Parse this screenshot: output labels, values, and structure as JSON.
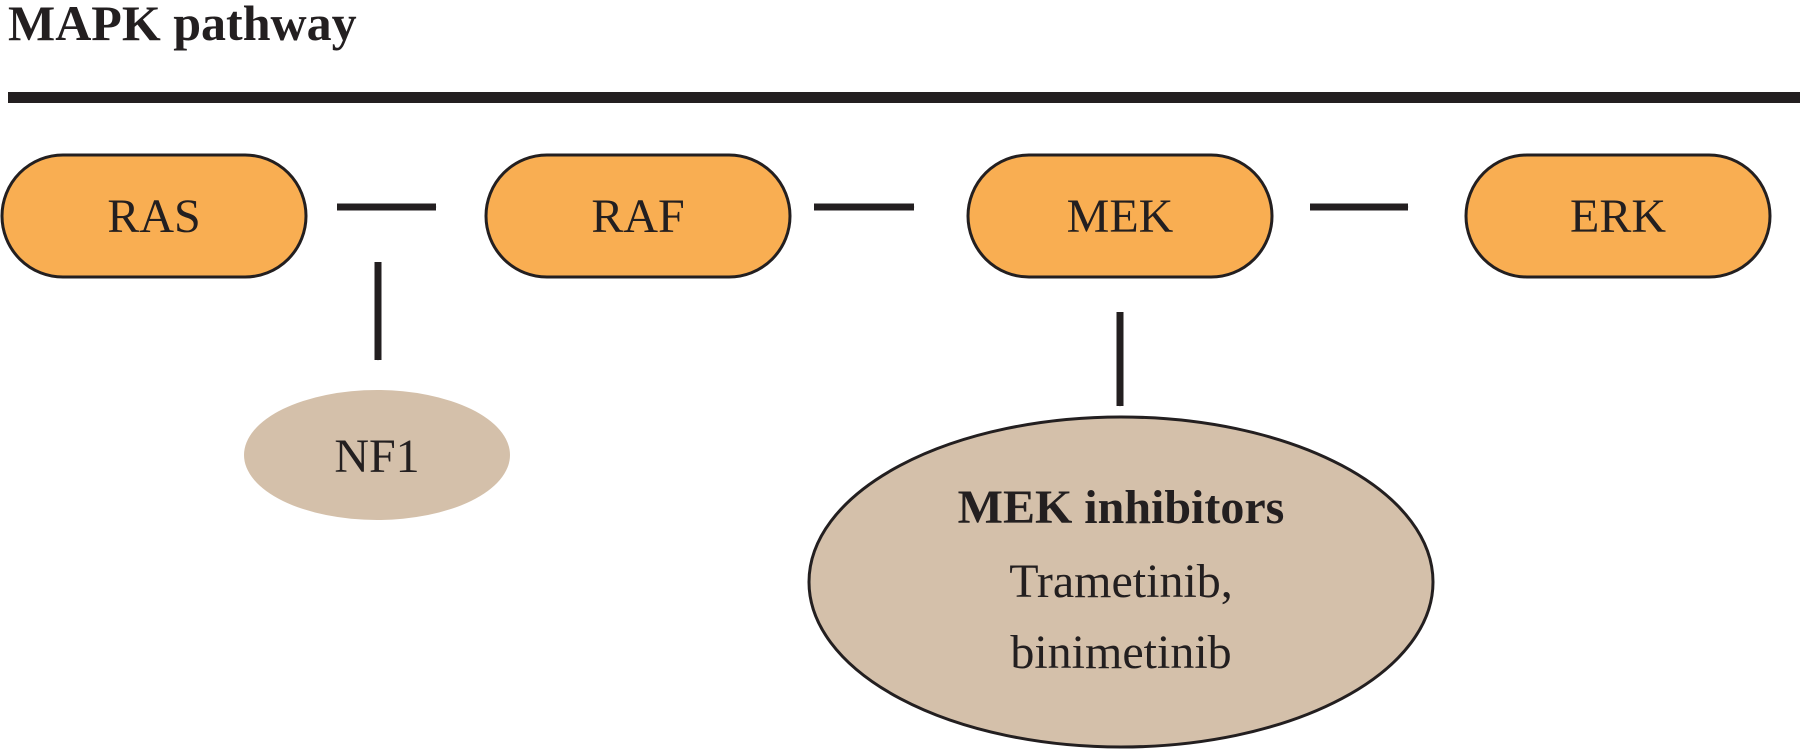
{
  "title": "MAPK pathway",
  "colors": {
    "node_fill": "#f9ae52",
    "secondary_fill": "#d4c0aa",
    "stroke": "#231f20",
    "text": "#231f20",
    "background": "#ffffff"
  },
  "pathway": {
    "nodes": [
      "RAS",
      "RAF",
      "MEK",
      "ERK"
    ],
    "flow": "RAS → RAF → MEK → ERK"
  },
  "branches": {
    "nf1": {
      "from": "RAS",
      "label": "NF1"
    },
    "inhibitors": {
      "from": "MEK",
      "title": "MEK inhibitors",
      "line1": "Trametinib,",
      "line2": "binimetinib"
    }
  }
}
